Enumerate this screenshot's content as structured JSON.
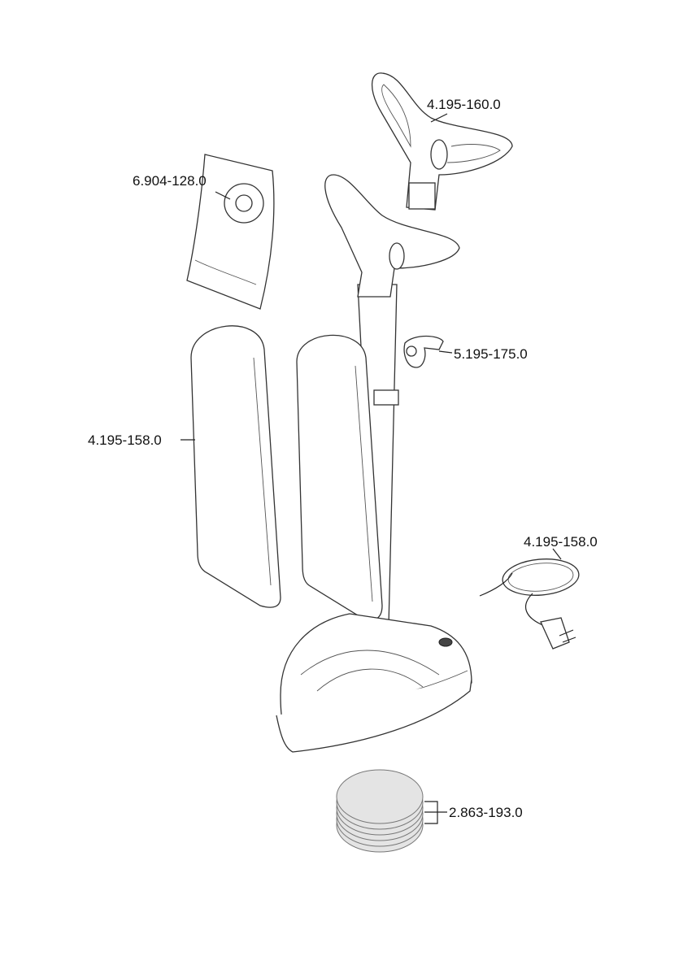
{
  "diagram": {
    "type": "exploded-parts-diagram",
    "parts": [
      {
        "id": "handle",
        "part_number": "4.195-160.0"
      },
      {
        "id": "dust-bag",
        "part_number": "6.904-128.0"
      },
      {
        "id": "clip",
        "part_number": "5.195-175.0"
      },
      {
        "id": "bag-cover",
        "part_number": "4.195-158.0"
      },
      {
        "id": "power-cord",
        "part_number": "4.195-158.0"
      },
      {
        "id": "polishing-pads",
        "part_number": "2.863-193.0"
      }
    ],
    "colors": {
      "line": "#222222",
      "pad_fill": "#e4e4e4"
    }
  }
}
